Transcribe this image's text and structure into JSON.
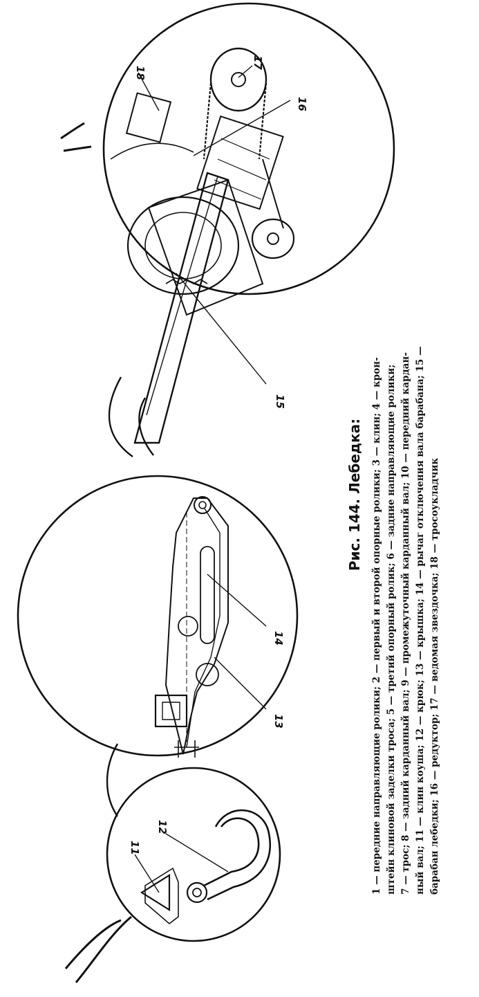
{
  "figure": {
    "callouts": [
      "11",
      "12",
      "13",
      "14",
      "15",
      "16",
      "17",
      "18"
    ]
  },
  "caption": {
    "title": "Рис. 144. Лебедка:",
    "lines": [
      "1 — передние направляющие ролики; 2 — первый и второй опорные ролики; 3 — клин; 4 — крон-",
      "штейн клиновой заделки троса; 5 — третий опорный ролик; 6 — задние направляющие ролики;",
      "7 — трос; 8 — задний карданный вал; 9 — промежуточный карданный вал; 10 — передний кардан-",
      "ный вал; 11 — клин коуша; 12 — крюк; 13 — крышка; 14 — рычаг отключения вала барабана; 15 —",
      "барабан лебедки; 16 — редуктор; 17 — ведомая звездочка; 18 — тросоукладчик"
    ]
  }
}
